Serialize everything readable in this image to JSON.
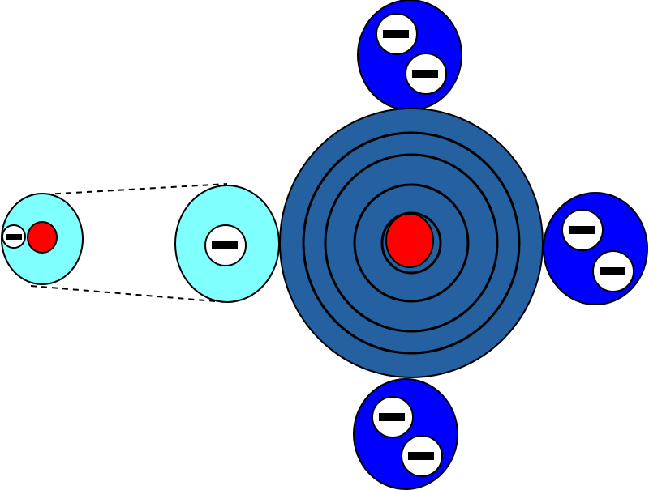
{
  "colors": {
    "background": "#ffffff",
    "outline": "#000000",
    "nucleus": "#ff0000",
    "electron": "#ffffff",
    "charge_sign": "#000000",
    "atom_shell_fill": "#2560a0",
    "pair_orbital": "#0000ff",
    "single_orbital": "#80ffff",
    "projection_line": "#000000"
  },
  "diagram": {
    "central_atom": {
      "shell_count": 5
    },
    "lone_pair_orbitals": [
      {
        "position": "top",
        "electrons": 2
      },
      {
        "position": "right",
        "electrons": 2
      },
      {
        "position": "bottom",
        "electrons": 2
      }
    ],
    "bonding_orbital": {
      "position": "left",
      "electrons": 1
    },
    "partner_atom": {
      "electrons": 1,
      "nucleus": true
    },
    "connector": {
      "style": "dashed"
    }
  }
}
